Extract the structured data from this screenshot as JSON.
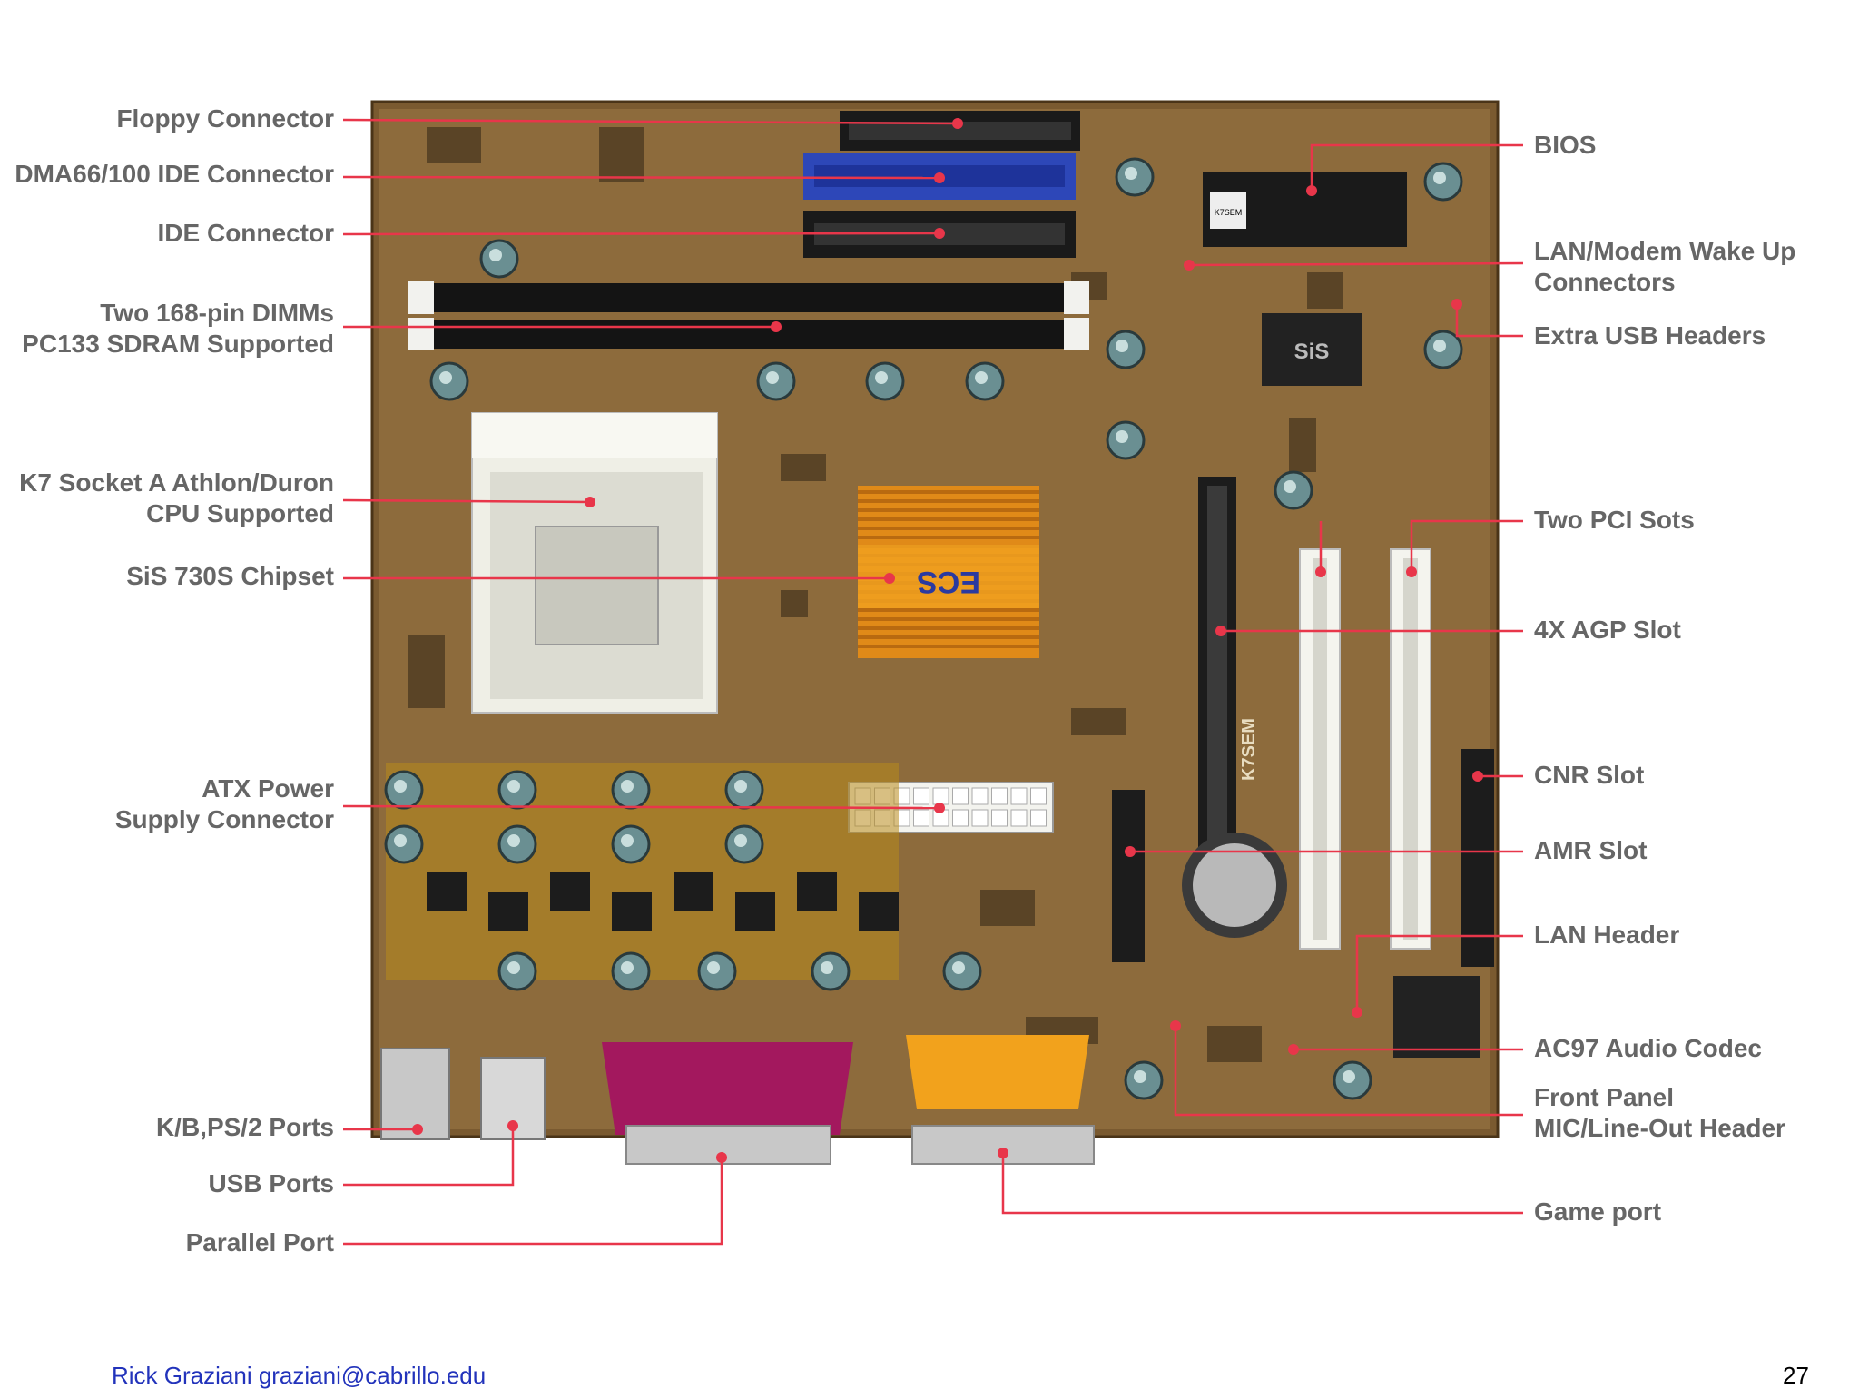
{
  "left_labels": [
    {
      "id": "floppy",
      "lines": [
        "Floppy Connector"
      ]
    },
    {
      "id": "dma",
      "lines": [
        "DMA66/100 IDE Connector"
      ]
    },
    {
      "id": "ide",
      "lines": [
        "IDE Connector"
      ]
    },
    {
      "id": "dimm",
      "lines": [
        "Two 168-pin DIMMs",
        "PC133 SDRAM Supported"
      ]
    },
    {
      "id": "socket",
      "lines": [
        "K7 Socket A Athlon/Duron",
        "CPU Supported"
      ]
    },
    {
      "id": "chipset",
      "lines": [
        "SiS 730S Chipset"
      ]
    },
    {
      "id": "atx",
      "lines": [
        "ATX Power",
        "Supply Connector"
      ]
    },
    {
      "id": "kb",
      "lines": [
        "K/B,PS/2 Ports"
      ]
    },
    {
      "id": "usb",
      "lines": [
        "USB Ports"
      ]
    },
    {
      "id": "parallel",
      "lines": [
        "Parallel Port"
      ]
    }
  ],
  "right_labels": [
    {
      "id": "bios",
      "lines": [
        "BIOS"
      ]
    },
    {
      "id": "lan_wake",
      "lines": [
        "LAN/Modem Wake Up",
        "Connectors"
      ]
    },
    {
      "id": "usb_headers",
      "lines": [
        "Extra USB Headers"
      ]
    },
    {
      "id": "pci",
      "lines": [
        "Two PCI Sots"
      ]
    },
    {
      "id": "agp",
      "lines": [
        "4X AGP Slot"
      ]
    },
    {
      "id": "cnr",
      "lines": [
        "CNR Slot"
      ]
    },
    {
      "id": "amr",
      "lines": [
        "AMR Slot"
      ]
    },
    {
      "id": "lan_header",
      "lines": [
        "LAN Header"
      ]
    },
    {
      "id": "ac97",
      "lines": [
        "AC97 Audio Codec"
      ]
    },
    {
      "id": "front_panel",
      "lines": [
        "Front Panel",
        "MIC/Line-Out Header"
      ]
    },
    {
      "id": "game",
      "lines": [
        "Game port"
      ]
    }
  ],
  "board_marks": {
    "chipset_logo": "ECS",
    "chip_logo": "SiS",
    "bios_chip": "K7SEM",
    "model": "K7SEM"
  },
  "footer": {
    "author": "Rick Graziani  graziani@cabrillo.edu",
    "page": "27"
  },
  "colors": {
    "leader": "#e8364a",
    "label": "#666666",
    "pcb": "#8a6a3a",
    "footer": "#2233bb"
  }
}
